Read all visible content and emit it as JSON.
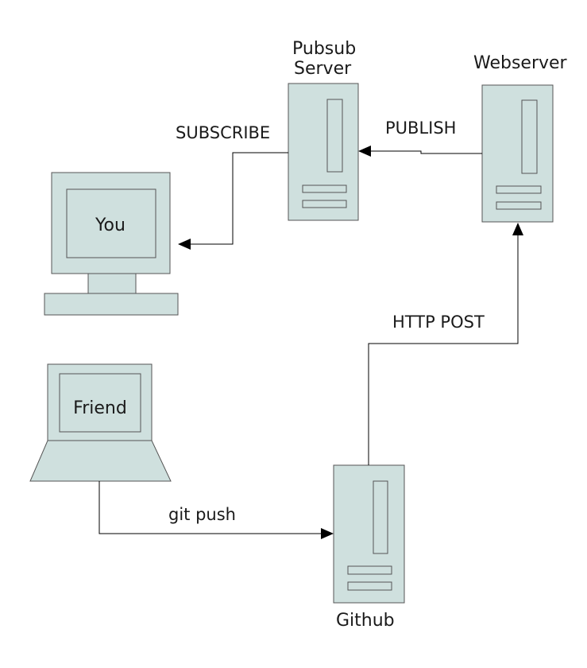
{
  "nodes": {
    "pubsub_server": {
      "label_line1": "Pubsub",
      "label_line2": "Server",
      "icon": "server-icon"
    },
    "webserver": {
      "label": "Webserver",
      "icon": "server-icon"
    },
    "github": {
      "label": "Github",
      "icon": "server-icon"
    },
    "you": {
      "label": "You",
      "icon": "desktop-computer-icon"
    },
    "friend": {
      "label": "Friend",
      "icon": "laptop-icon"
    }
  },
  "edges": {
    "subscribe": {
      "label": "SUBSCRIBE",
      "from": "Pubsub Server",
      "to": "You"
    },
    "publish": {
      "label": "PUBLISH",
      "from": "Webserver",
      "to": "Pubsub Server"
    },
    "http_post": {
      "label": "HTTP POST",
      "from": "Github",
      "to": "Webserver"
    },
    "git_push": {
      "label": "git push",
      "from": "Friend",
      "to": "Github"
    }
  },
  "colors": {
    "shape_fill": "#cfe0de",
    "shape_stroke": "#555555",
    "connector": "#000000"
  }
}
